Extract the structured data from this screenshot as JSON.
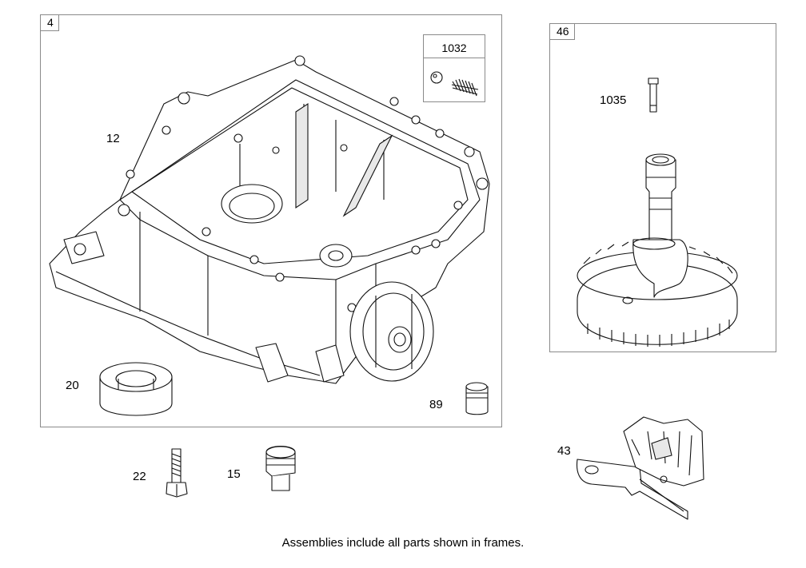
{
  "frames": [
    {
      "id": "frame-4",
      "tag": "4"
    },
    {
      "id": "frame-1032",
      "tag": "1032"
    },
    {
      "id": "frame-46",
      "tag": "46"
    }
  ],
  "callouts": {
    "p12": "12",
    "p20": "20",
    "p89": "89",
    "p1035": "1035",
    "p43": "43",
    "p22": "22",
    "p15": "15"
  },
  "note": "Assemblies include all parts shown in frames."
}
